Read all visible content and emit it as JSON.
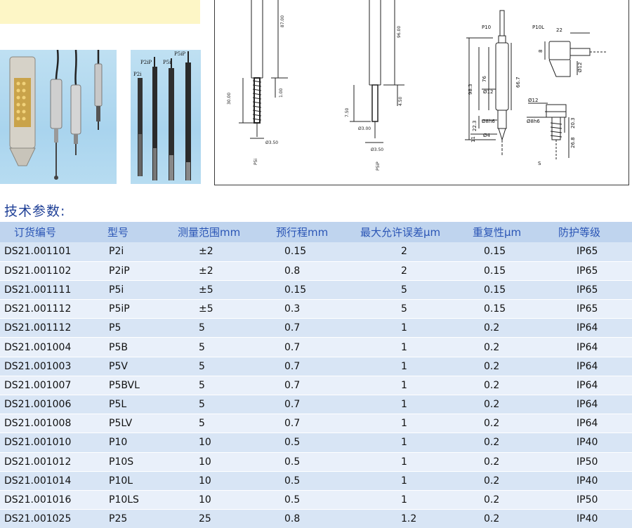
{
  "section_title": "技术参数:",
  "photo2_labels": [
    "P2iP",
    "P5i",
    "P5iP",
    "P2i"
  ],
  "drawing": {
    "left_labels": {
      "dim_87": "87.00",
      "dim_96": "96.00",
      "dim_1": "1.00",
      "dim_30": "30.00",
      "dim_750": "7.50",
      "dim_450": "4.50",
      "dia_650": "Ø3.50",
      "dia_600": "Ø3.00",
      "dia_650b": "Ø3.50",
      "name_p5i": "P5i",
      "name_p5ip": "P5iP"
    },
    "right_labels": {
      "p10": "P10",
      "p10l": "P10L",
      "d22": "22",
      "d8": "8",
      "d983": "98.3",
      "d76": "76",
      "d667": "66.7",
      "d12a": "Ø12",
      "d12b": "Ø12",
      "d12c": "Ø12",
      "d8h6a": "Ø8h6",
      "d8h6b": "Ø8h6",
      "d223": "22.3",
      "d11": "11",
      "d4": "Ø4",
      "d203": "20.3",
      "d268": "26.8",
      "s": "S"
    }
  },
  "table": {
    "headers": [
      "订货编号",
      "型号",
      "测量范围mm",
      "预行程mm",
      "最大允许误差μm",
      "重复性μm",
      "防护等级"
    ],
    "rows": [
      [
        "DS21.001101",
        "P2i",
        "±2",
        "0.15",
        "2",
        "0.15",
        "IP65"
      ],
      [
        "DS21.001102",
        "P2iP",
        "±2",
        "0.8",
        "2",
        "0.15",
        "IP65"
      ],
      [
        "DS21.001111",
        "P5i",
        "±5",
        "0.15",
        "5",
        "0.15",
        "IP65"
      ],
      [
        "DS21.001112",
        "P5iP",
        "±5",
        "0.3",
        "5",
        "0.15",
        "IP65"
      ],
      [
        "DS21.001112",
        "P5",
        "5",
        "0.7",
        "1",
        "0.2",
        "IP64"
      ],
      [
        "DS21.001004",
        "P5B",
        "5",
        "0.7",
        "1",
        "0.2",
        "IP64"
      ],
      [
        "DS21.001003",
        "P5V",
        "5",
        "0.7",
        "1",
        "0.2",
        "IP64"
      ],
      [
        "DS21.001007",
        "P5BVL",
        "5",
        "0.7",
        "1",
        "0.2",
        "IP64"
      ],
      [
        "DS21.001006",
        "P5L",
        "5",
        "0.7",
        "1",
        "0.2",
        "IP64"
      ],
      [
        "DS21.001008",
        "P5LV",
        "5",
        "0.7",
        "1",
        "0.2",
        "IP64"
      ],
      [
        "DS21.001010",
        "P10",
        "10",
        "0.5",
        "1",
        "0.2",
        "IP40"
      ],
      [
        "DS21.001012",
        "P10S",
        "10",
        "0.5",
        "1",
        "0.2",
        "IP50"
      ],
      [
        "DS21.001014",
        "P10L",
        "10",
        "0.5",
        "1",
        "0.2",
        "IP40"
      ],
      [
        "DS21.001016",
        "P10LS",
        "10",
        "0.5",
        "1",
        "0.2",
        "IP50"
      ],
      [
        "DS21.001025",
        "P25",
        "25",
        "0.8",
        "1.2",
        "0.2",
        "IP40"
      ]
    ]
  }
}
